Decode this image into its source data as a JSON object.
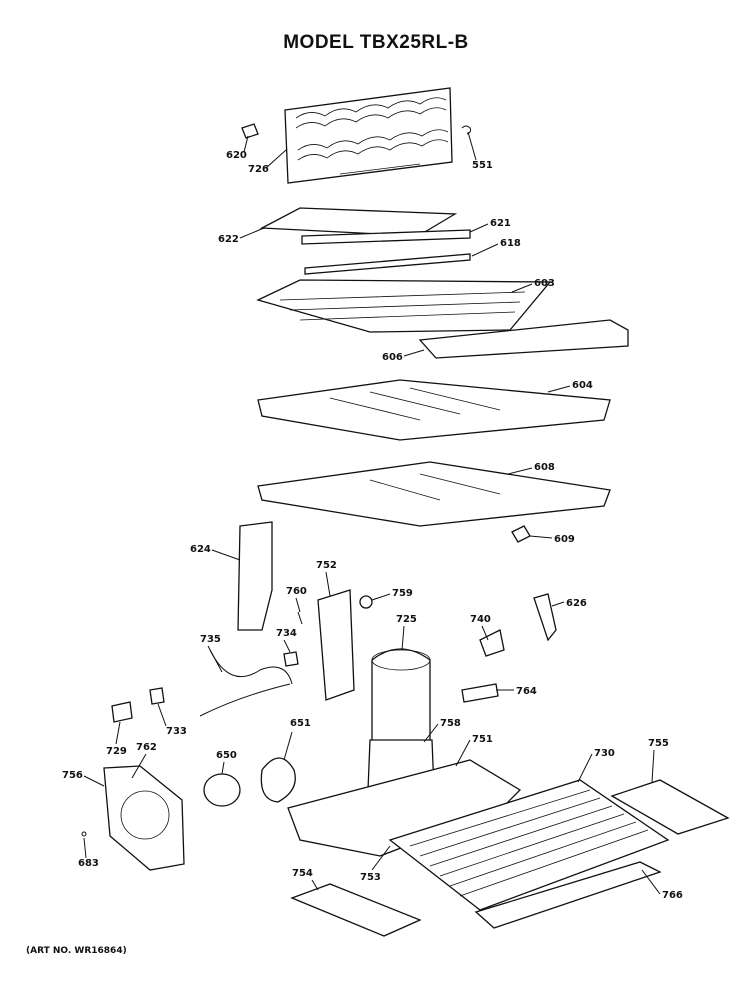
{
  "title": "MODEL TBX25RL-B",
  "art_number": "(ART NO. WR16864)",
  "labels": [
    "620",
    "726",
    "551",
    "622",
    "621",
    "618",
    "603",
    "606",
    "604",
    "608",
    "609",
    "624",
    "760",
    "752",
    "759",
    "725",
    "740",
    "626",
    "735",
    "734",
    "764",
    "729",
    "733",
    "651",
    "756",
    "762",
    "650",
    "758",
    "751",
    "730",
    "755",
    "683",
    "754",
    "753",
    "766"
  ]
}
